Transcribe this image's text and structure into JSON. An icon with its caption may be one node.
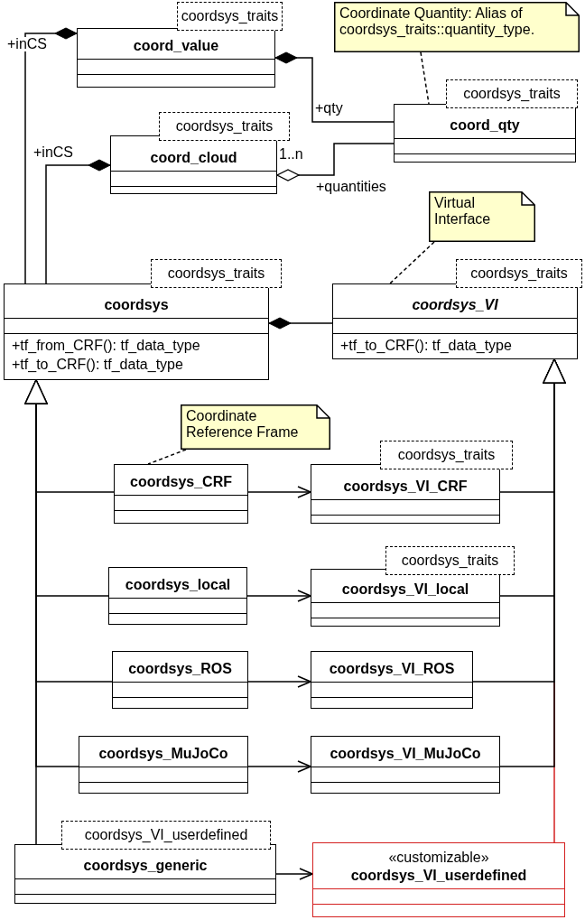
{
  "diagram": {
    "nodes": [
      {
        "text": [
          "coordsys_traits"
        ]
      },
      {
        "text": [
          "coord_value"
        ]
      },
      {
        "text": [
          "Coordinate Quantity: Alias of coordsys_traits::quantity_type."
        ]
      },
      {
        "text": [
          "coordsys_traits"
        ]
      },
      {
        "text": [
          "coord_qty"
        ]
      },
      {
        "text": [
          "coordsys_traits"
        ]
      },
      {
        "text": [
          "coord_cloud"
        ]
      },
      {
        "text": [
          "Virtual Interface"
        ]
      },
      {
        "text": [
          "coordsys_traits"
        ]
      },
      {
        "text": [
          "coordsys",
          "+tf_from_CRF(): tf_data_type",
          "+tf_to_CRF(): tf_data_type"
        ]
      },
      {
        "text": [
          "coordsys_traits"
        ]
      },
      {
        "text": [
          "coordsys_VI",
          "+tf_to_CRF(): tf_data_type"
        ]
      },
      {
        "text": [
          "Coordinate Reference Frame"
        ]
      },
      {
        "text": [
          "coordsys_traits"
        ]
      },
      {
        "text": [
          "coordsys_CRF"
        ]
      },
      {
        "text": [
          "coordsys_VI_CRF"
        ]
      },
      {
        "text": [
          "coordsys_traits"
        ]
      },
      {
        "text": [
          "coordsys_local"
        ]
      },
      {
        "text": [
          "coordsys_VI_local"
        ]
      },
      {
        "text": [
          "coordsys_ROS"
        ]
      },
      {
        "text": [
          "coordsys_VI_ROS"
        ]
      },
      {
        "text": [
          "coordsys_MuJoCo"
        ]
      },
      {
        "text": [
          "coordsys_VI_MuJoCo"
        ]
      },
      {
        "text": [
          "coordsys_VI_userdefined"
        ]
      },
      {
        "text": [
          "coordsys_generic"
        ]
      },
      {
        "text": [
          "«customizable»",
          "coordsys_VI_userdefined"
        ]
      }
    ],
    "edges": [
      {
        "from": 9,
        "to": 1,
        "arrow": "other",
        "label": "+inCS"
      },
      {
        "from": 4,
        "to": 1,
        "arrow": "other",
        "label": "+qty"
      },
      {
        "from": 9,
        "to": 6,
        "arrow": "other",
        "label": "+inCS"
      },
      {
        "from": 4,
        "to": 6,
        "arrow": "other",
        "label": "+quantities"
      },
      {
        "from": 11,
        "to": 9,
        "arrow": "other"
      },
      {
        "from": 2,
        "to": 4,
        "arrow": "none",
        "style": "dashed"
      },
      {
        "from": 7,
        "to": 11,
        "arrow": "none",
        "style": "dashed"
      },
      {
        "from": 12,
        "to": 14,
        "arrow": "none",
        "style": "dashed"
      },
      {
        "from": 14,
        "to": 15,
        "arrow": "to"
      },
      {
        "from": 17,
        "to": 18,
        "arrow": "to"
      },
      {
        "from": 19,
        "to": 20,
        "arrow": "to"
      },
      {
        "from": 21,
        "to": 22,
        "arrow": "to"
      },
      {
        "from": 24,
        "to": 25,
        "arrow": "to"
      },
      {
        "from": 14,
        "to": 9,
        "arrow": "to"
      },
      {
        "from": 17,
        "to": 9,
        "arrow": "to"
      },
      {
        "from": 19,
        "to": 9,
        "arrow": "to"
      },
      {
        "from": 21,
        "to": 9,
        "arrow": "to"
      },
      {
        "from": 24,
        "to": 9,
        "arrow": "to"
      },
      {
        "from": 15,
        "to": 11,
        "arrow": "to"
      },
      {
        "from": 18,
        "to": 11,
        "arrow": "to"
      },
      {
        "from": 20,
        "to": 11,
        "arrow": "to"
      },
      {
        "from": 22,
        "to": 11,
        "arrow": "to"
      },
      {
        "from": 25,
        "to": 11,
        "arrow": "to",
        "color": "#d42020"
      }
    ],
    "labels": [
      "1..n"
    ]
  }
}
